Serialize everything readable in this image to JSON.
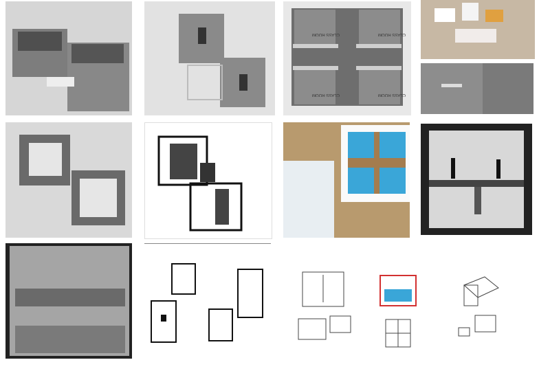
{
  "tiles": {
    "floorplan_model": {
      "labels": [
        "CLASS ROOM",
        "CLASS ROOM",
        "CLASS ROOM",
        "CLASS ROOM"
      ]
    }
  },
  "colors": {
    "cardboard": "#8a8a8a",
    "paper": "#ffffff",
    "ink": "#111111",
    "blue": "#3aa6d8",
    "red": "#d23030",
    "foam": "#e8eef2",
    "wood": "#b89a6e"
  }
}
